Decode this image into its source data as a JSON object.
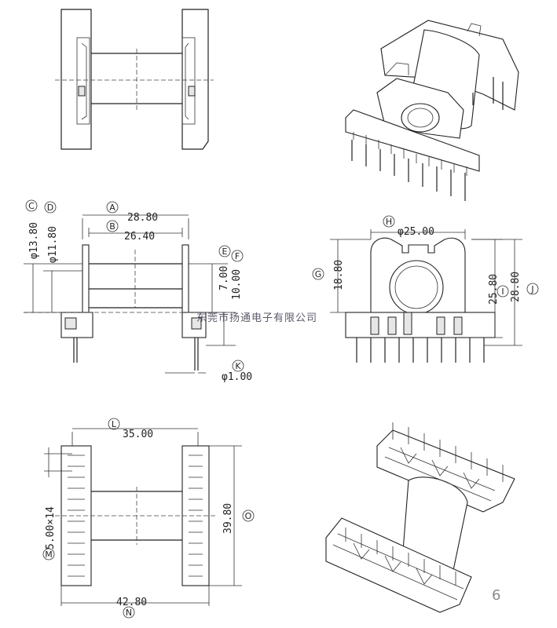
{
  "dimensions": {
    "A": "28.80",
    "B": "26.40",
    "C": "φ13.80",
    "D": "φ11.80",
    "E": "7.00",
    "F": "10.00",
    "K": "φ1.00",
    "H": "φ25.00",
    "G": "18.80",
    "I": "25.80",
    "J": "28.80",
    "L": "35.00",
    "M": "5.00×14",
    "O": "39.80",
    "N": "42.80"
  },
  "letters": {
    "A": "A",
    "B": "B",
    "C": "C",
    "D": "D",
    "E": "E",
    "F": "F",
    "K": "K",
    "H": "H",
    "G": "G",
    "I": "I",
    "J": "J",
    "L": "L",
    "M": "M",
    "O": "O",
    "N": "N"
  },
  "watermark": "东莞市扬通电子有限公司",
  "page_number": "6"
}
